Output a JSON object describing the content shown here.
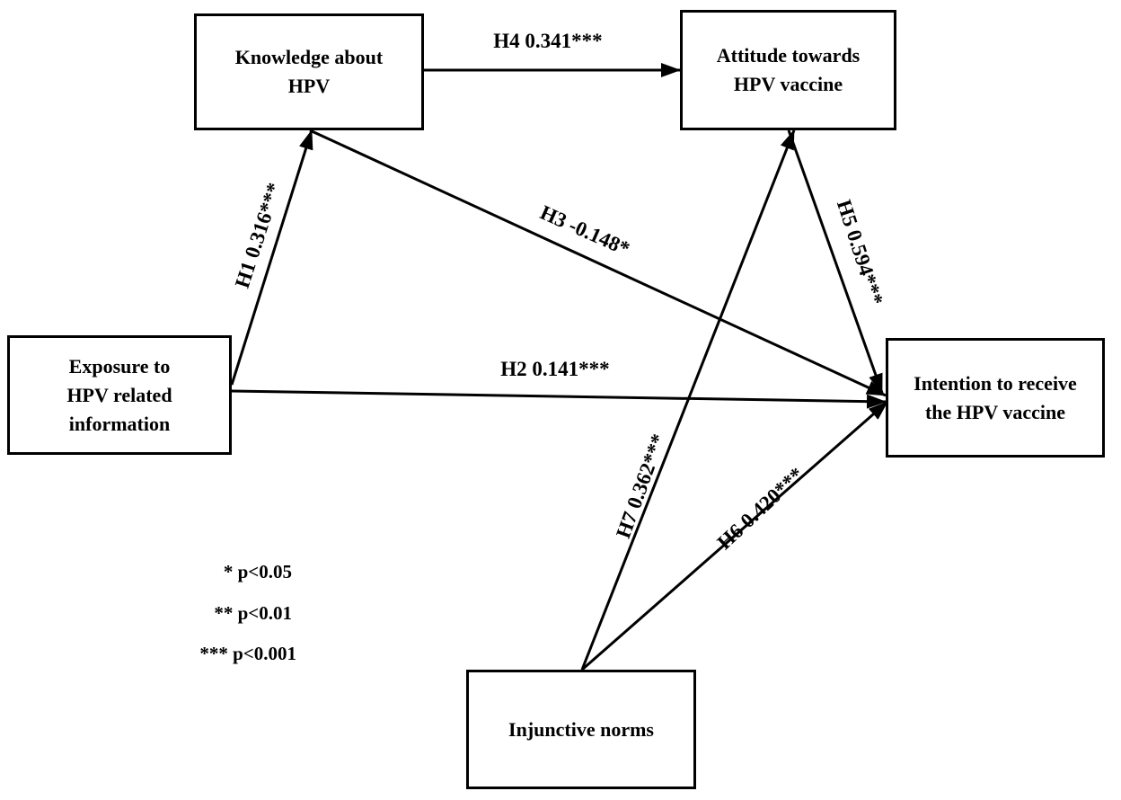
{
  "nodes": {
    "knowledge": "Knowledge about\nHPV",
    "attitude": "Attitude towards\nHPV vaccine",
    "exposure": "Exposure to\nHPV related\ninformation",
    "intention": "Intention to receive\nthe HPV vaccine",
    "norms": "Injunctive norms"
  },
  "edges": {
    "h1": "H1 0.316***",
    "h2": "H2 0.141***",
    "h3": "H3 -0.148*",
    "h4": "H4 0.341***",
    "h5": "H5 0.594***",
    "h6": "H6 0.420***",
    "h7": "H7 0.362***"
  },
  "legend": {
    "p05": "* p<0.05",
    "p01": "** p<0.01",
    "p001": "*** p<0.001"
  },
  "colors": {
    "stroke": "#000000",
    "background": "#ffffff"
  }
}
